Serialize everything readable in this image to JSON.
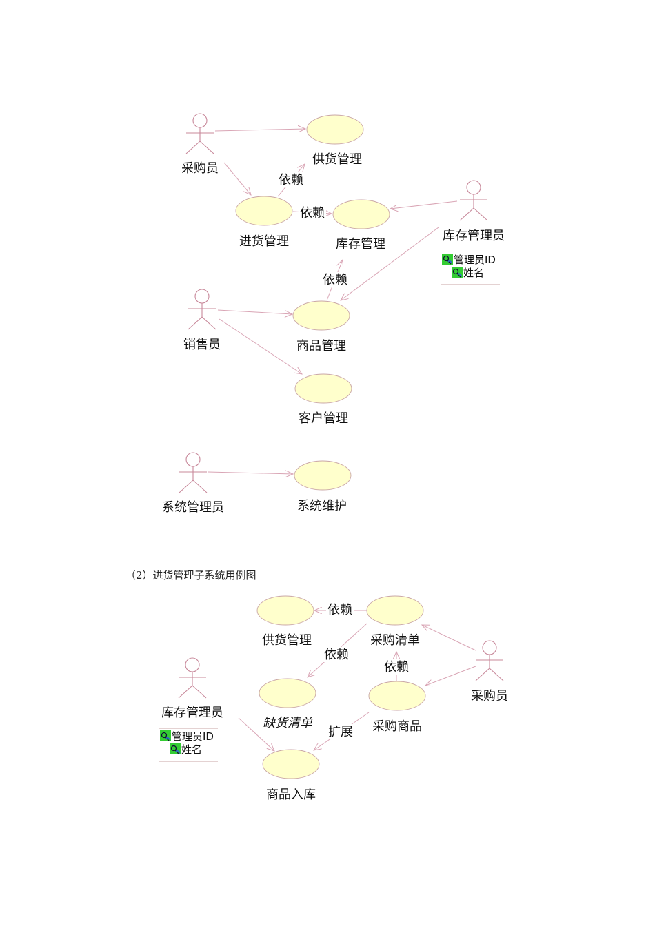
{
  "caption": "（2）进货管理子系统用例图",
  "diagram1": {
    "actors": [
      {
        "id": "a_purchaser",
        "name": "采购员"
      },
      {
        "id": "a_stock",
        "name": "库存管理员",
        "attributes": [
          "管理员ID",
          "姓名"
        ]
      },
      {
        "id": "a_sales",
        "name": "销售员"
      },
      {
        "id": "a_admin",
        "name": "系统管理员"
      }
    ],
    "use_cases": [
      {
        "id": "u_supply",
        "name": "供货管理"
      },
      {
        "id": "u_purchase",
        "name": "进货管理"
      },
      {
        "id": "u_inventory",
        "name": "库存管理"
      },
      {
        "id": "u_goods",
        "name": "商品管理"
      },
      {
        "id": "u_customer",
        "name": "客户管理"
      },
      {
        "id": "u_maint",
        "name": "系统维护"
      }
    ],
    "relations": [
      {
        "from": "a_purchaser",
        "to": "u_supply",
        "label": ""
      },
      {
        "from": "a_purchaser",
        "to": "u_purchase",
        "label": ""
      },
      {
        "from": "u_purchase",
        "to": "u_supply",
        "label": "依赖"
      },
      {
        "from": "u_purchase",
        "to": "u_inventory",
        "label": "依赖"
      },
      {
        "from": "a_stock",
        "to": "u_inventory",
        "label": ""
      },
      {
        "from": "a_stock",
        "to": "u_goods",
        "label": ""
      },
      {
        "from": "u_goods",
        "to": "u_inventory",
        "label": "依赖"
      },
      {
        "from": "a_sales",
        "to": "u_goods",
        "label": ""
      },
      {
        "from": "a_sales",
        "to": "u_customer",
        "label": ""
      },
      {
        "from": "a_admin",
        "to": "u_maint",
        "label": ""
      }
    ]
  },
  "diagram2": {
    "actors": [
      {
        "id": "b_stock",
        "name": "库存管理员",
        "attributes": [
          "管理员ID",
          "姓名"
        ]
      },
      {
        "id": "b_purchaser",
        "name": "采购员"
      }
    ],
    "use_cases": [
      {
        "id": "v_supply",
        "name": "供货管理"
      },
      {
        "id": "v_list",
        "name": "采购清单"
      },
      {
        "id": "v_short",
        "name": "缺货清单",
        "italic": true
      },
      {
        "id": "v_buy",
        "name": "采购商品"
      },
      {
        "id": "v_in",
        "name": "商品入库"
      }
    ],
    "relations": [
      {
        "from": "v_list",
        "to": "v_supply",
        "label": "依赖"
      },
      {
        "from": "v_list",
        "to": "v_short",
        "label": "依赖"
      },
      {
        "from": "v_buy",
        "to": "v_list",
        "label": "依赖"
      },
      {
        "from": "b_purchaser",
        "to": "v_list",
        "label": ""
      },
      {
        "from": "b_purchaser",
        "to": "v_buy",
        "label": ""
      },
      {
        "from": "v_buy",
        "to": "v_in",
        "label": "扩展"
      },
      {
        "from": "b_stock",
        "to": "v_in",
        "label": ""
      }
    ]
  },
  "colors": {
    "usecase_fill": "#ffffcc",
    "actor_stroke": "#c8889a",
    "edge": "#d9a5b5",
    "attr_icon": "#33cc33"
  },
  "icons": {
    "attribute": "key-attribute-icon"
  }
}
